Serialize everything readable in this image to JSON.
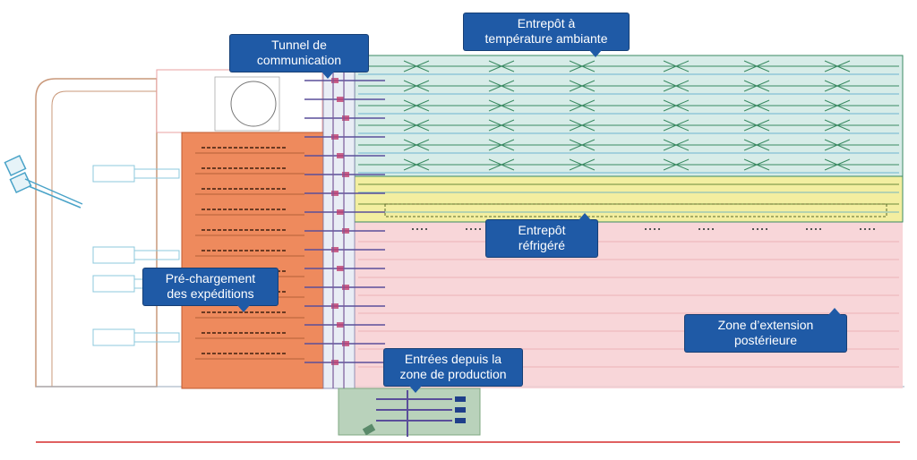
{
  "colors": {
    "ambient": "#d7ece8",
    "refrigerated": "#f3eea0",
    "extension": "#f7cfd2",
    "preload": "#ee8a5d",
    "production": "#b9d2bb",
    "callout": "#1f5aa6",
    "line_blue": "#4aa3c8",
    "line_green": "#3a8a62",
    "line_red": "#c43a3a"
  },
  "callouts": {
    "tunnel": {
      "line1": "Tunnel de",
      "line2": "communication",
      "icon": "pointer-down"
    },
    "ambient": {
      "line1": "Entrepôt à",
      "line2": "température ambiante",
      "icon": "pointer-down"
    },
    "refrigerated": {
      "line1": "Entrepôt",
      "line2": "réfrigéré",
      "icon": "pointer-up"
    },
    "preload": {
      "line1": "Pré-chargement",
      "line2": "des expéditions",
      "icon": "pointer-down"
    },
    "extension": {
      "line1": "Zone d’extension",
      "line2": "postérieure",
      "icon": "pointer-up"
    },
    "production": {
      "line1": "Entrées depuis la",
      "line2": "zone de production",
      "icon": "pointer-down"
    }
  }
}
